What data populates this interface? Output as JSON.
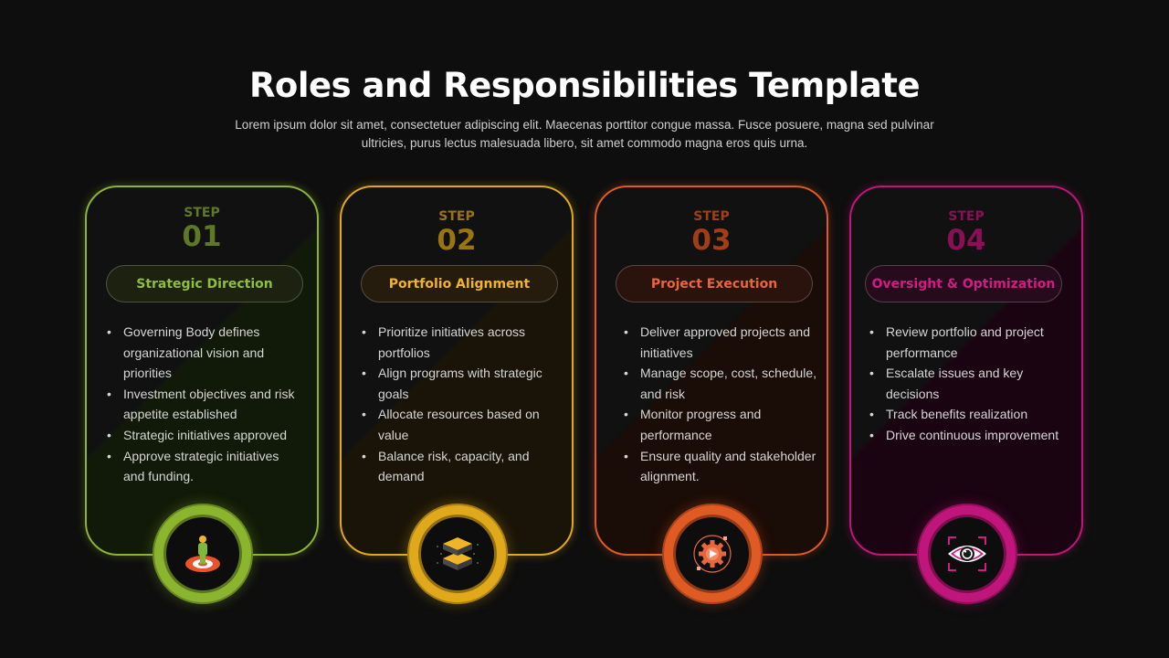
{
  "header": {
    "title": "Roles and Responsibilities Template",
    "subtitle": "Lorem ipsum dolor sit amet, consectetuer adipiscing elit. Maecenas porttitor congue massa. Fusce posuere, magna sed pulvinar ultricies, purus lectus malesuada libero, sit amet commodo magna eros quis urna."
  },
  "steps": [
    {
      "step_label": "STEP",
      "number": "01",
      "heading": "Strategic Direction",
      "color": "#8bb42f",
      "icon": "person-on-target-icon",
      "bullets": [
        "Governing Body defines organizational vision and priorities",
        "Investment objectives and risk appetite established",
        "Strategic initiatives approved",
        "Approve strategic initiatives and funding."
      ]
    },
    {
      "step_label": "STEP",
      "number": "02",
      "heading": "Portfolio Alignment",
      "color": "#e0a91b",
      "icon": "stacked-layers-icon",
      "bullets": [
        "Prioritize initiatives across portfolios",
        "Align programs with strategic goals",
        "Allocate resources based on value",
        "Balance risk, capacity, and demand"
      ]
    },
    {
      "step_label": "STEP",
      "number": "03",
      "heading": "Project Execution",
      "color": "#e05a24",
      "icon": "gear-play-icon",
      "bullets": [
        "Deliver approved projects and initiatives",
        "Manage scope, cost, schedule, and risk",
        "Monitor progress and performance",
        "Ensure quality and stakeholder alignment."
      ]
    },
    {
      "step_label": "STEP",
      "number": "04",
      "heading": "Oversight & Optimization",
      "color": "#c0157a",
      "icon": "eye-scan-icon",
      "bullets": [
        "Review portfolio and project performance",
        "Escalate issues and key decisions",
        "Track benefits realization",
        "Drive continuous improvement"
      ]
    }
  ]
}
